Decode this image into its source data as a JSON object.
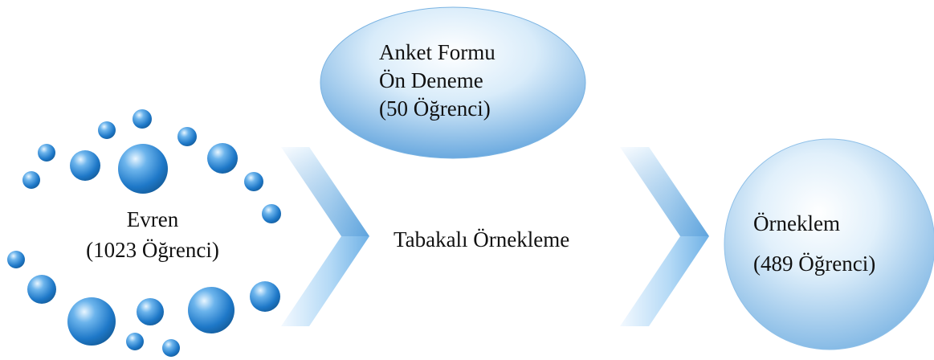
{
  "population": {
    "title": "Evren",
    "count": "(1023 Öğrenci)"
  },
  "pilot": {
    "line1": "Anket Formu",
    "line2": "Ön Deneme",
    "line3": "(50 Öğrenci)"
  },
  "method": {
    "label": "Tabakalı Örnekleme"
  },
  "sample": {
    "title": "Örneklem",
    "count": "(489 Öğrenci)"
  },
  "colors": {
    "bubble_dark": "#1e78c8",
    "bubble_light": "#a8d4f4",
    "ellipse_fill": "#7db7e8",
    "circle_fill": "#9cc8ee",
    "chevron": "#8ec2ec"
  }
}
